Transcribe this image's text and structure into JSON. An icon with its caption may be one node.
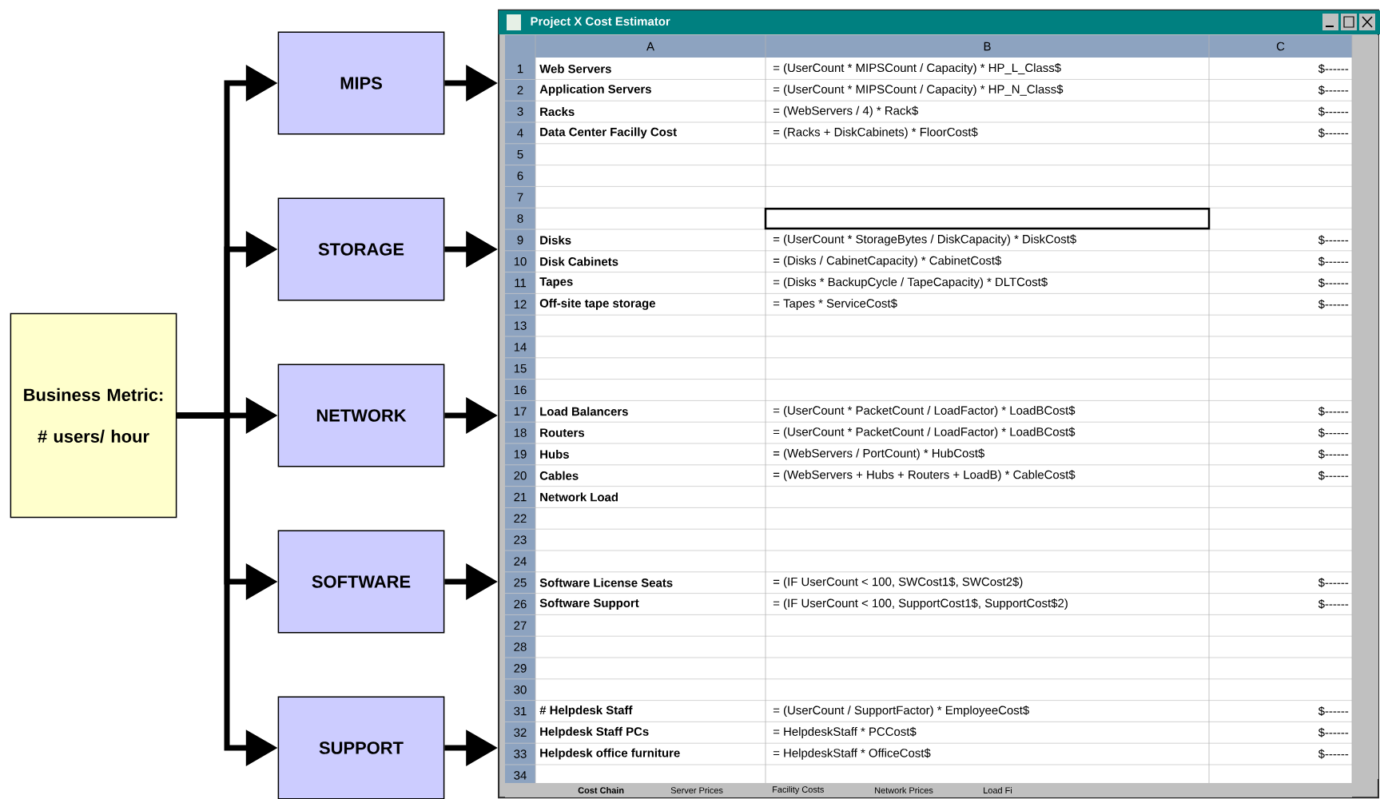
{
  "diagram": {
    "nodes": [
      {
        "text": [
          "Business Metric:",
          "# users/ hour"
        ]
      },
      {
        "text": [
          "MIPS"
        ]
      },
      {
        "text": [
          "STORAGE"
        ]
      },
      {
        "text": [
          "NETWORK"
        ]
      },
      {
        "text": [
          "SOFTWARE"
        ]
      },
      {
        "text": [
          "SUPPORT"
        ]
      },
      {
        "text": [
          "Project X Cost Estimator"
        ]
      }
    ],
    "edges": [
      {
        "from": 0,
        "to": 1,
        "arrow": "to"
      },
      {
        "from": 0,
        "to": 2,
        "arrow": "to"
      },
      {
        "from": 0,
        "to": 3,
        "arrow": "to"
      },
      {
        "from": 0,
        "to": 4,
        "arrow": "to"
      },
      {
        "from": 0,
        "to": 5,
        "arrow": "to"
      },
      {
        "from": 1,
        "to": 6,
        "arrow": "to"
      },
      {
        "from": 2,
        "to": 6,
        "arrow": "to"
      },
      {
        "from": 3,
        "to": 6,
        "arrow": "to"
      },
      {
        "from": 4,
        "to": 6,
        "arrow": "to"
      },
      {
        "from": 5,
        "to": 6,
        "arrow": "to"
      }
    ],
    "labels": [
      "A",
      "B",
      "C",
      "1",
      "Web Servers",
      "= (UserCount * MIPSCount / Capacity) * HP_L_Class$",
      "$------",
      "2",
      "Application Servers",
      "= (UserCount * MIPSCount / Capacity) * HP_N_Class$",
      "$------",
      "3",
      "Racks",
      "= (WebServers / 4) * Rack$",
      "$------",
      "4",
      "Data Center Facilly Cost",
      "= (Racks + DiskCabinets) * FloorCost$",
      "$------",
      "5",
      "6",
      "7",
      "8",
      "9",
      "Disks",
      "= (UserCount * StorageBytes / DiskCapacity) * DiskCost$",
      "$------",
      "10",
      "Disk Cabinets",
      "= (Disks / CabinetCapacity) * CabinetCost$",
      "$------",
      "11",
      "Tapes",
      "= (Disks * BackupCycle / TapeCapacity) * DLTCost$",
      "$------",
      "12",
      "Off-site tape storage",
      "= Tapes * ServiceCost$",
      "$------",
      "13",
      "14",
      "15",
      "16",
      "17",
      "Load Balancers",
      "= (UserCount * PacketCount / LoadFactor) * LoadBCost$",
      "$------",
      "18",
      "Routers",
      "= (UserCount * PacketCount / LoadFactor) * LoadBCost$",
      "$------",
      "19",
      "Hubs",
      "= (WebServers / PortCount) * HubCost$",
      "$------",
      "20",
      "Cables",
      "= (WebServers + Hubs + Routers + LoadB) * CableCost$",
      "$------",
      "21",
      "Network Load",
      "22",
      "23",
      "24",
      "25",
      "Software License Seats",
      "= (IF UserCount < 100, SWCost1$, SWCost2$)",
      "$------",
      "26",
      "Software Support",
      "= (IF UserCount < 100, SupportCost1$, SupportCost$2)",
      "$------",
      "27",
      "28",
      "29",
      "30",
      "31",
      "# Helpdesk Staff",
      "= (UserCount / SupportFactor) * EmployeeCost$",
      "$------",
      "32",
      "Helpdesk Staff PCs",
      "= HelpdeskStaff * PCCost$",
      "$------",
      "33",
      "Helpdesk office furniture",
      "= HelpdeskStaff * OfficeCost$",
      "$------",
      "34",
      "Cost Chain",
      "Server Prices",
      "Facility Costs",
      "Network Prices",
      "Load Fi"
    ]
  }
}
